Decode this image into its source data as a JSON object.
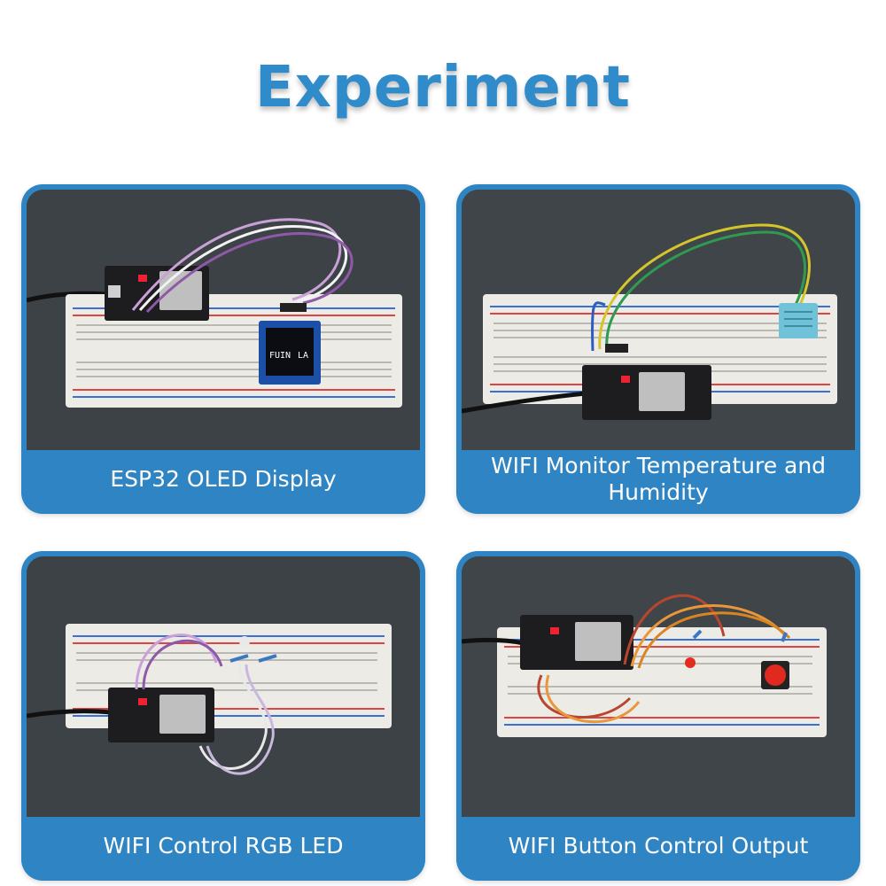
{
  "title": "Experiment",
  "colors": {
    "accent": "#2f8bc9",
    "card": "#2f84c3",
    "photo_bg": "#3e4348"
  },
  "experiments": [
    {
      "caption": "ESP32 OLED Display",
      "oled_text_left": "FUIN",
      "oled_text_right": "LA"
    },
    {
      "caption": "WIFI Monitor Temperature and Humidity"
    },
    {
      "caption": "WIFI Control RGB LED"
    },
    {
      "caption": "WIFI Button Control Output"
    }
  ]
}
